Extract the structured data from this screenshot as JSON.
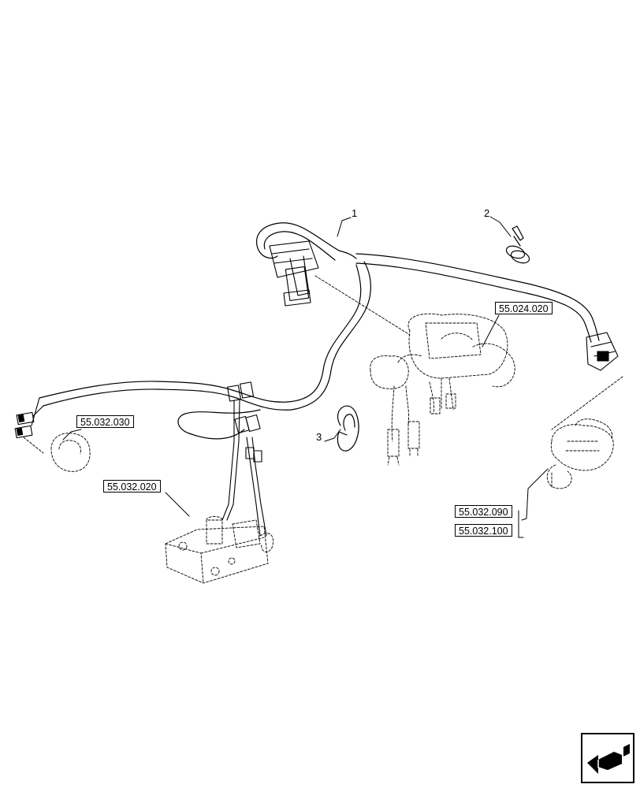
{
  "callouts": [
    {
      "id": "item-1",
      "label": "1"
    },
    {
      "id": "item-2",
      "label": "2"
    },
    {
      "id": "item-3",
      "label": "3"
    }
  ],
  "references": {
    "ref_55_024_020": "55.024.020",
    "ref_55_032_030": "55.032.030",
    "ref_55_032_020": "55.032.020",
    "ref_55_032_090": "55.032.090",
    "ref_55_032_100": "55.032.100"
  },
  "icons": {
    "navigation": "next-page-arrow-icon"
  },
  "colors": {
    "line": "#000000",
    "background": "#ffffff"
  }
}
